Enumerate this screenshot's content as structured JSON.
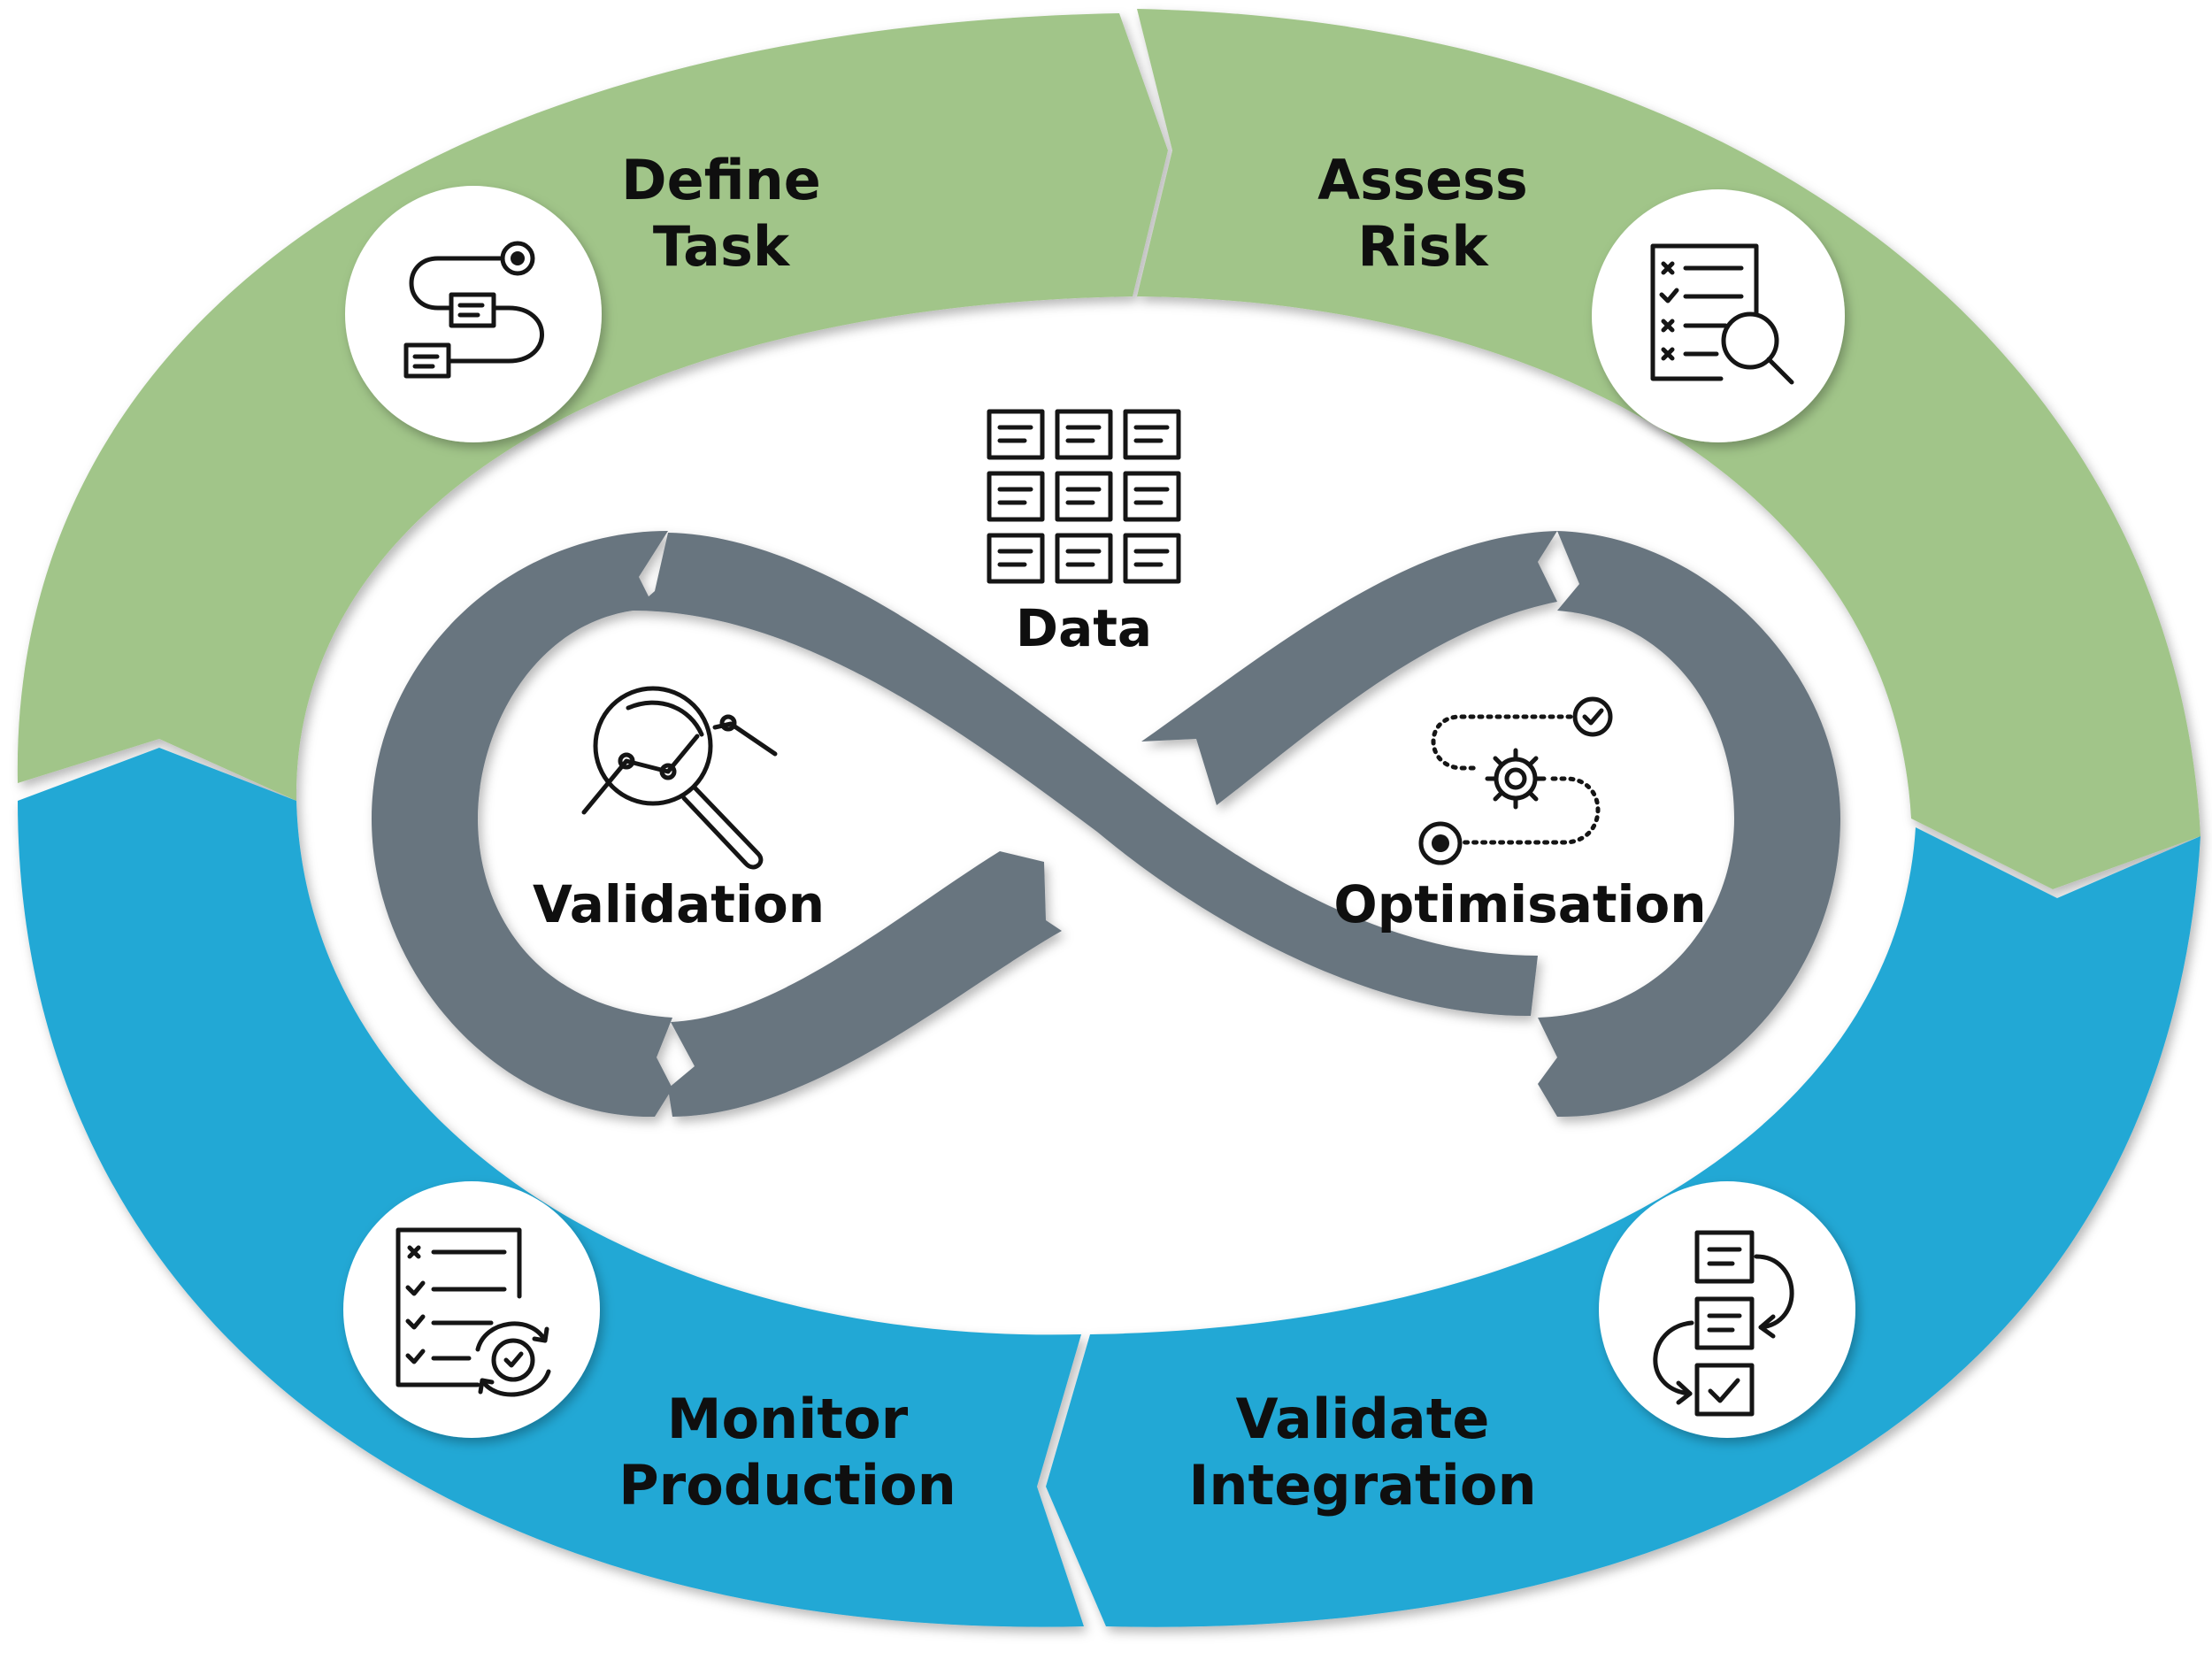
{
  "colors": {
    "green": "#a1c589",
    "blue": "#24a8d5",
    "grey": "#68747f",
    "white": "#ffffff",
    "text": "#0f0f0f"
  },
  "outer_stages": [
    {
      "id": "define-task",
      "lines": [
        "Define",
        "Task"
      ],
      "icon": "workflow-path-icon"
    },
    {
      "id": "assess-risk",
      "lines": [
        "Assess",
        "Risk"
      ],
      "icon": "checklist-magnifier-icon"
    },
    {
      "id": "validate-integration",
      "lines": [
        "Validate",
        "Integration"
      ],
      "icon": "document-flow-check-icon"
    },
    {
      "id": "monitor-production",
      "lines": [
        "Monitor",
        "Production"
      ],
      "icon": "checklist-gear-icon"
    }
  ],
  "inner_loop": {
    "center": {
      "label": "Data",
      "icon": "data-grid-icon"
    },
    "left": {
      "label": "Validation",
      "icon": "magnifier-chart-icon"
    },
    "right": {
      "label": "Optimisation",
      "icon": "gear-path-icon"
    }
  }
}
